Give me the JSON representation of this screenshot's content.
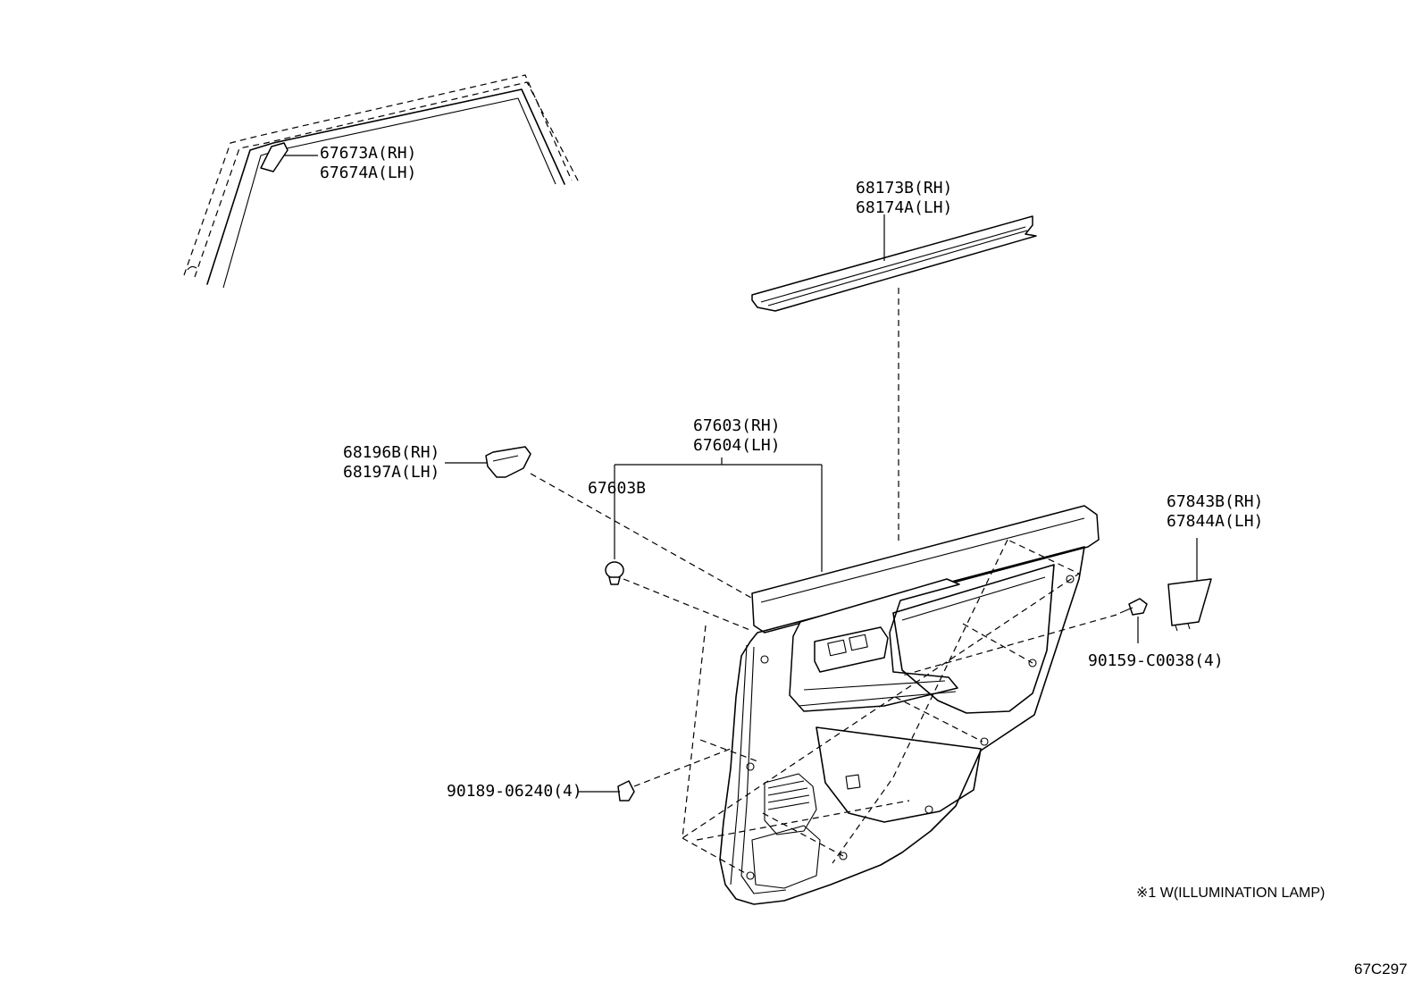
{
  "labels": {
    "assist_grip_rh": "67673A(RH)",
    "assist_grip_lh": "67674A(LH)",
    "belt_moulding_rh": "68173B(RH)",
    "belt_moulding_lh": "68174A(LH)",
    "trim_board_rh": "67603(RH)",
    "trim_board_lh": "67604(LH)",
    "retainer_rh": "68196B(RH)",
    "retainer_lh": "68197A(LH)",
    "clip": "67603B",
    "cover_rh": "67843B(RH)",
    "cover_lh": "67844A(LH)",
    "screw": "90159-C0038(4)",
    "clip_nut": "90189-06240(4)"
  },
  "note": "※1 W(ILLUMINATION LAMP)",
  "diagram_code": "67C297"
}
